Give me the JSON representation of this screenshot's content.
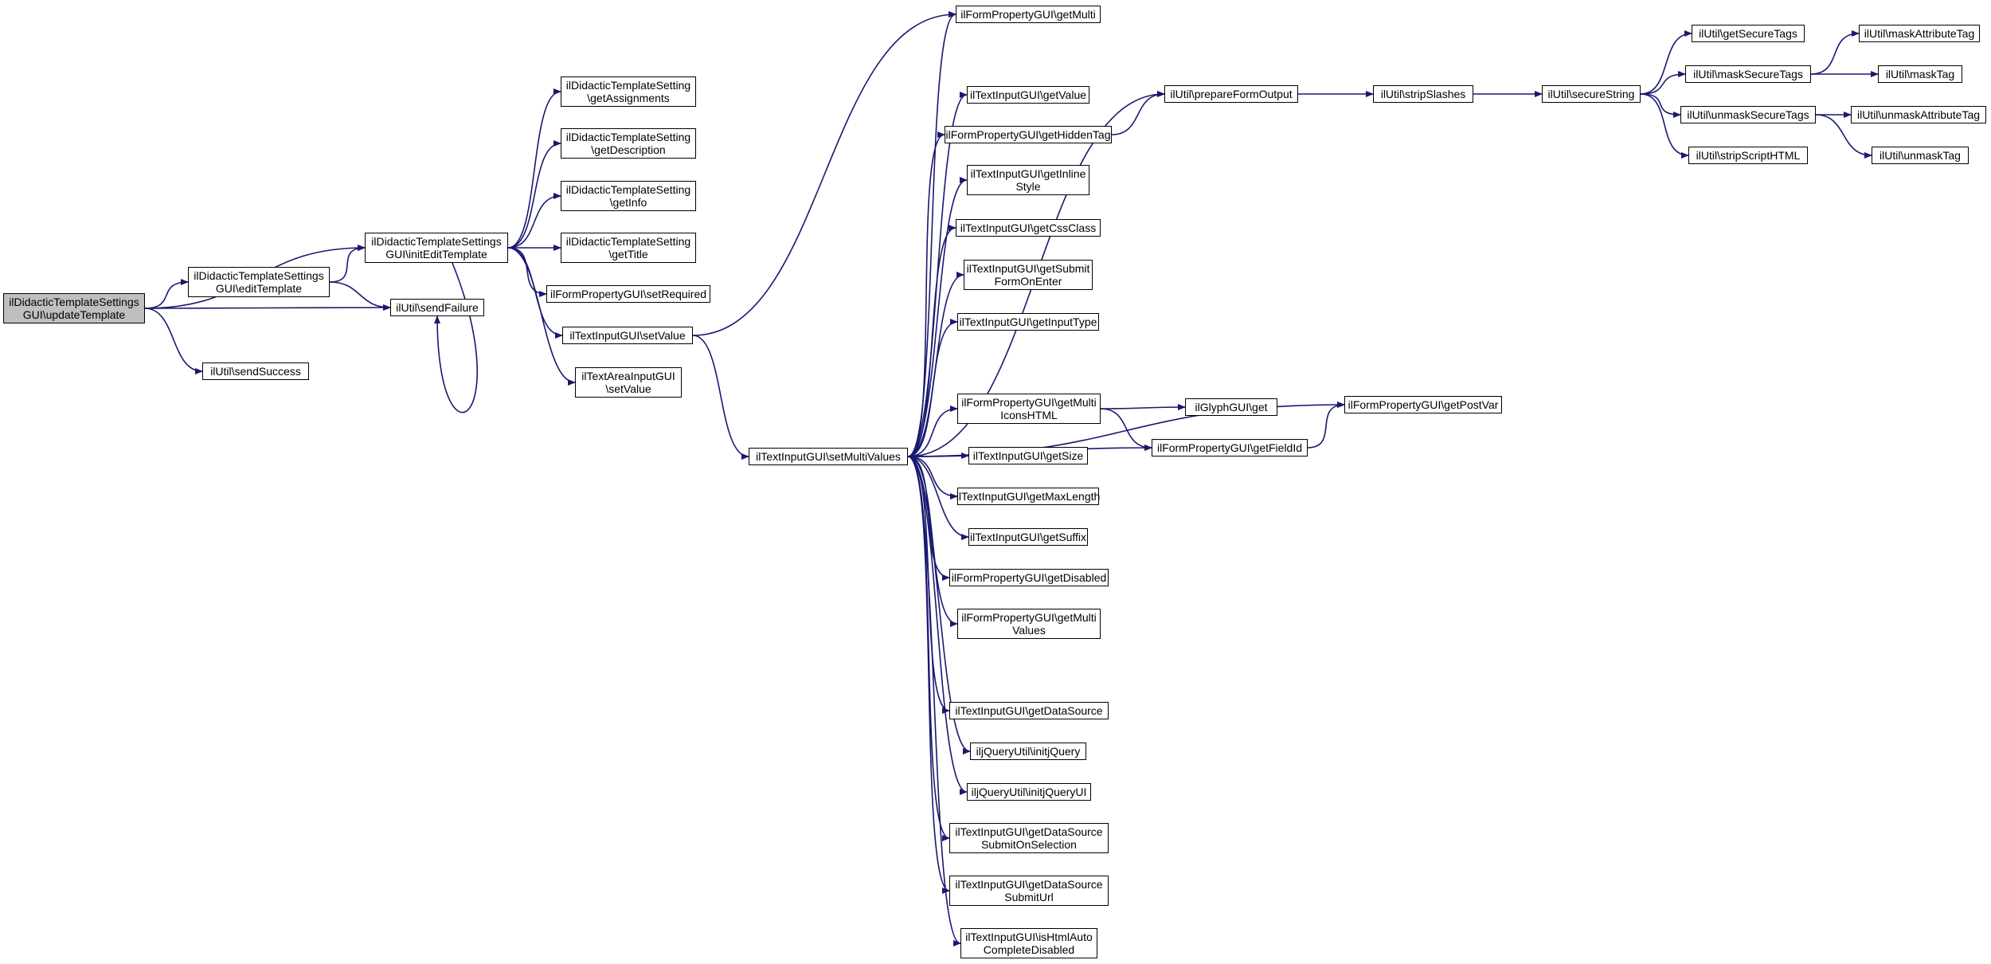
{
  "colors": {
    "edge": "#191970",
    "node_border": "#000000",
    "node_fill": "#ffffff",
    "root_fill": "#bfbfbf"
  },
  "nodes": {
    "updateTemplate": "ilDidacticTemplateSettings\nGUI\\updateTemplate",
    "editTemplate": "ilDidacticTemplateSettings\nGUI\\editTemplate",
    "initEditTemplate": "ilDidacticTemplateSettings\nGUI\\initEditTemplate",
    "sendFailure": "ilUtil\\sendFailure",
    "sendSuccess": "ilUtil\\sendSuccess",
    "getAssignments": "ilDidacticTemplateSetting\n\\getAssignments",
    "getDescription": "ilDidacticTemplateSetting\n\\getDescription",
    "getInfo": "ilDidacticTemplateSetting\n\\getInfo",
    "getTitle": "ilDidacticTemplateSetting\n\\getTitle",
    "setRequired": "ilFormPropertyGUI\\setRequired",
    "textSetValue": "ilTextInputGUI\\setValue",
    "areaSetValue": "ilTextAreaInputGUI\n\\setValue",
    "setMultiValues": "ilTextInputGUI\\setMultiValues",
    "getMulti": "ilFormPropertyGUI\\getMulti",
    "getValue": "ilTextInputGUI\\getValue",
    "getHiddenTag": "ilFormPropertyGUI\\getHiddenTag",
    "getInlineStyle": "ilTextInputGUI\\getInline\nStyle",
    "getCssClass": "ilTextInputGUI\\getCssClass",
    "getSubmitFormOnEnter": "ilTextInputGUI\\getSubmit\nFormOnEnter",
    "getInputType": "ilTextInputGUI\\getInputType",
    "getMultiIconsHTML": "ilFormPropertyGUI\\getMulti\nIconsHTML",
    "getSize": "ilTextInputGUI\\getSize",
    "getMaxLength": "ilTextInputGUI\\getMaxLength",
    "getSuffix": "ilTextInputGUI\\getSuffix",
    "getDisabled": "ilFormPropertyGUI\\getDisabled",
    "getMultiValues": "ilFormPropertyGUI\\getMulti\nValues",
    "getDataSource": "ilTextInputGUI\\getDataSource",
    "initjQuery": "iljQueryUtil\\initjQuery",
    "initjQueryUI": "iljQueryUtil\\initjQueryUI",
    "getDataSourceSubmitOnSelection": "ilTextInputGUI\\getDataSource\nSubmitOnSelection",
    "getDataSourceSubmitUrl": "ilTextInputGUI\\getDataSource\nSubmitUrl",
    "isHtmlAutoCompleteDisabled": "ilTextInputGUI\\isHtmlAuto\nCompleteDisabled",
    "prepareFormOutput": "ilUtil\\prepareFormOutput",
    "stripSlashes": "ilUtil\\stripSlashes",
    "secureString": "ilUtil\\secureString",
    "getSecureTags": "ilUtil\\getSecureTags",
    "maskSecureTags": "ilUtil\\maskSecureTags",
    "unmaskSecureTags": "ilUtil\\unmaskSecureTags",
    "stripScriptHTML": "ilUtil\\stripScriptHTML",
    "maskAttributeTag": "ilUtil\\maskAttributeTag",
    "maskTag": "ilUtil\\maskTag",
    "unmaskAttributeTag": "ilUtil\\unmaskAttributeTag",
    "unmaskTag": "ilUtil\\unmaskTag",
    "glyphGet": "ilGlyphGUI\\get",
    "getFieldId": "ilFormPropertyGUI\\getFieldId",
    "getPostVar": "ilFormPropertyGUI\\getPostVar"
  },
  "edges": [
    [
      "updateTemplate",
      "initEditTemplate"
    ],
    [
      "updateTemplate",
      "editTemplate"
    ],
    [
      "updateTemplate",
      "sendFailure"
    ],
    [
      "updateTemplate",
      "sendSuccess"
    ],
    [
      "editTemplate",
      "initEditTemplate"
    ],
    [
      "editTemplate",
      "sendFailure"
    ],
    [
      "initEditTemplate",
      "getAssignments"
    ],
    [
      "initEditTemplate",
      "getDescription"
    ],
    [
      "initEditTemplate",
      "getInfo"
    ],
    [
      "initEditTemplate",
      "getTitle"
    ],
    [
      "initEditTemplate",
      "setRequired"
    ],
    [
      "initEditTemplate",
      "textSetValue"
    ],
    [
      "initEditTemplate",
      "areaSetValue"
    ],
    [
      "initEditTemplate",
      "sendFailure"
    ],
    [
      "textSetValue",
      "getMulti"
    ],
    [
      "textSetValue",
      "setMultiValues"
    ],
    [
      "setMultiValues",
      "getMulti"
    ],
    [
      "setMultiValues",
      "prepareFormOutput"
    ],
    [
      "setMultiValues",
      "getValue"
    ],
    [
      "setMultiValues",
      "getHiddenTag"
    ],
    [
      "setMultiValues",
      "getInlineStyle"
    ],
    [
      "setMultiValues",
      "getCssClass"
    ],
    [
      "setMultiValues",
      "getSubmitFormOnEnter"
    ],
    [
      "setMultiValues",
      "getInputType"
    ],
    [
      "setMultiValues",
      "getPostVar"
    ],
    [
      "setMultiValues",
      "getMultiIconsHTML"
    ],
    [
      "setMultiValues",
      "getSize"
    ],
    [
      "setMultiValues",
      "getMaxLength"
    ],
    [
      "setMultiValues",
      "getSuffix"
    ],
    [
      "setMultiValues",
      "getDisabled"
    ],
    [
      "setMultiValues",
      "getMultiValues"
    ],
    [
      "setMultiValues",
      "getFieldId"
    ],
    [
      "setMultiValues",
      "getDataSource"
    ],
    [
      "setMultiValues",
      "initjQuery"
    ],
    [
      "setMultiValues",
      "initjQueryUI"
    ],
    [
      "setMultiValues",
      "getDataSourceSubmitOnSelection"
    ],
    [
      "setMultiValues",
      "getDataSourceSubmitUrl"
    ],
    [
      "setMultiValues",
      "isHtmlAutoCompleteDisabled"
    ],
    [
      "getHiddenTag",
      "prepareFormOutput"
    ],
    [
      "getMultiIconsHTML",
      "glyphGet"
    ],
    [
      "getMultiIconsHTML",
      "getFieldId"
    ],
    [
      "getFieldId",
      "getPostVar"
    ],
    [
      "prepareFormOutput",
      "stripSlashes"
    ],
    [
      "stripSlashes",
      "secureString"
    ],
    [
      "secureString",
      "getSecureTags"
    ],
    [
      "secureString",
      "maskSecureTags"
    ],
    [
      "secureString",
      "unmaskSecureTags"
    ],
    [
      "secureString",
      "stripScriptHTML"
    ],
    [
      "maskSecureTags",
      "maskAttributeTag"
    ],
    [
      "maskSecureTags",
      "maskTag"
    ],
    [
      "unmaskSecureTags",
      "unmaskAttributeTag"
    ],
    [
      "unmaskSecureTags",
      "unmaskTag"
    ]
  ]
}
